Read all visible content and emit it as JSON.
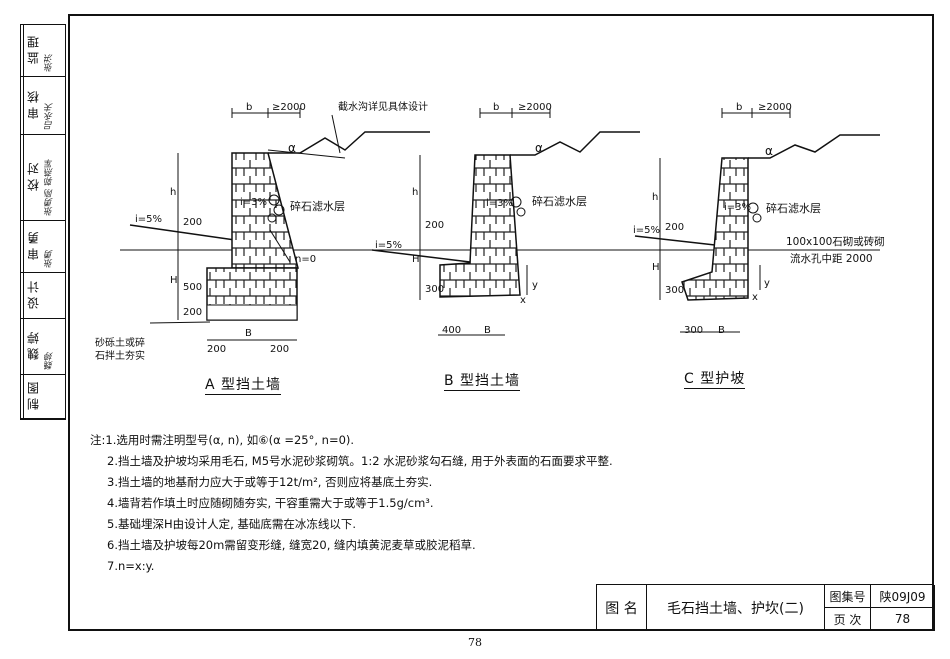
{
  "left_bar": [
    {
      "label": "监 理",
      "sig": "张洪"
    },
    {
      "label": "审 核",
      "sig": "吕永夫"
    },
    {
      "label": "校 对",
      "sig": "张勇刚 郭燕军"
    },
    {
      "label": "审 勇",
      "sig": "张勇"
    },
    {
      "label": "设 计",
      "sig": ""
    },
    {
      "label": "魏 婷",
      "sig": "魏婷"
    },
    {
      "label": "制 图",
      "sig": ""
    }
  ],
  "drawing_labels": {
    "b": "b",
    "dim2000": "≥2000",
    "alpha": "α",
    "ditch_note": "截水沟详见具体设计",
    "gravel_layer": "碎石滤水层",
    "slope_i": "i=3%",
    "ground_i": "i=5%",
    "h": "h",
    "H": "H",
    "B": "B",
    "d200": "200",
    "d500": "500",
    "d300": "300",
    "d400": "400",
    "n0": "n=0",
    "x": "x",
    "y": "y",
    "base_note_1": "砂砾土或碎",
    "base_note_2": "石拌土夯实",
    "drain_hole_1": "100x100石砌或砖砌",
    "drain_hole_2": "流水孔中距 2000"
  },
  "captions": {
    "a": "A 型挡土墙",
    "b": "B 型挡土墙",
    "c": "C 型护坡"
  },
  "notes": [
    "注:1.选用时需注明型号(α, n), 如⑥(α =25°, n=0).",
    "2.挡土墙及护坡均采用毛石, M5号水泥砂浆砌筑。1:2 水泥砂浆勾石缝, 用于外表面的石面要求平整.",
    "3.挡土墙的地基耐力应大于或等于12t/m², 否则应将基底土夯实.",
    "4.墙背若作填土时应随砌随夯实, 干容重需大于或等于1.5g/cm³.",
    "5.基础埋深H由设计人定, 基础底需在冰冻线以下.",
    "6.挡土墙及护坡每20m需留变形缝, 缝宽20, 缝内填黄泥麦草或胶泥稻草.",
    "7.n=x:y."
  ],
  "title_block": {
    "label": "图 名",
    "title": "毛石挡土墙、护坎(二)",
    "atlas_label": "图集号",
    "atlas_no": "陕09J09",
    "page_label": "页 次",
    "page_no": "78"
  },
  "page_number": "78"
}
